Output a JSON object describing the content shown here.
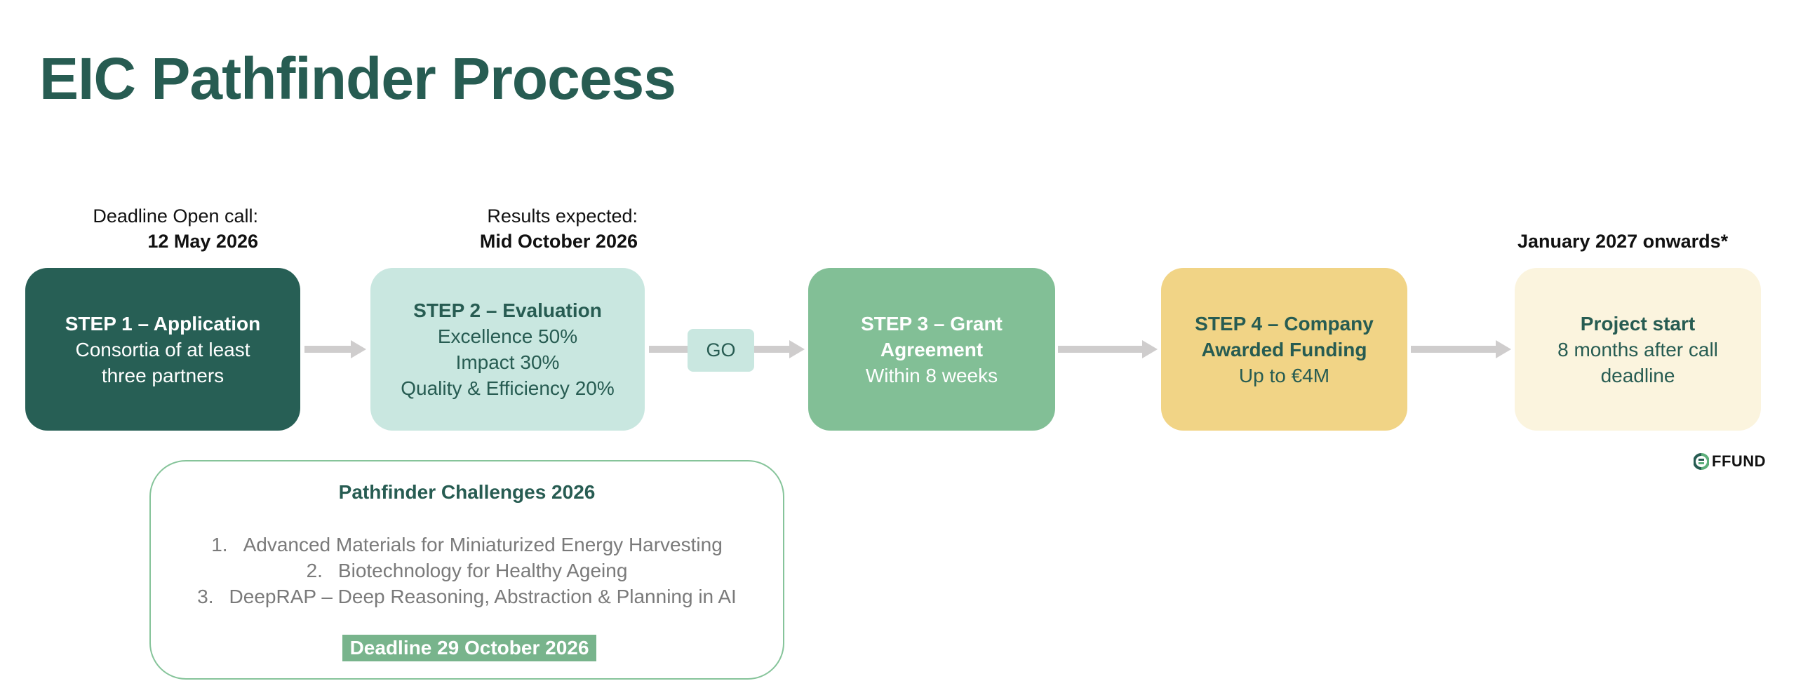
{
  "title": "EIC Pathfinder Process",
  "labels": {
    "deadline_open_call": {
      "line1": "Deadline Open call:",
      "line2": "12 May 2026"
    },
    "results_expected": {
      "line1": "Results expected:",
      "line2": "Mid October 2026"
    },
    "project_start_date": "January 2027 onwards*"
  },
  "steps": [
    {
      "title": "STEP 1 – Application",
      "lines": [
        "Consortia of at least",
        "three partners"
      ],
      "color": "#275f55"
    },
    {
      "title": "STEP 2 – Evaluation",
      "lines": [
        "Excellence 50%",
        "Impact 30%",
        "Quality & Efficiency 20%"
      ],
      "color": "#c9e7e0"
    },
    {
      "title_lines": [
        "STEP 3 – Grant",
        "Agreement"
      ],
      "lines": [
        "Within 8 weeks"
      ],
      "color": "#82bf96"
    },
    {
      "title_lines": [
        "STEP 4 – Company",
        "Awarded Funding"
      ],
      "lines": [
        "Up to €4M"
      ],
      "color": "#f1d486"
    },
    {
      "title": "Project start",
      "lines": [
        "8 months after call",
        "deadline"
      ],
      "color": "#fbf4de"
    }
  ],
  "go_label": "GO",
  "challenges": {
    "title": "Pathfinder Challenges 2026",
    "items": [
      {
        "num": "1.",
        "text": "Advanced Materials for Miniaturized Energy Harvesting"
      },
      {
        "num": "2.",
        "text": "Biotechnology for Healthy Ageing"
      },
      {
        "num": "3.",
        "text": "DeepRAP – Deep Reasoning, Abstraction & Planning in AI"
      }
    ],
    "deadline": "Deadline 29 October 2026"
  },
  "logo": {
    "text": "FFUND"
  },
  "colors": {
    "brand": "#275c52",
    "arrow": "#cfcdcd",
    "accent": "#78b48c"
  }
}
